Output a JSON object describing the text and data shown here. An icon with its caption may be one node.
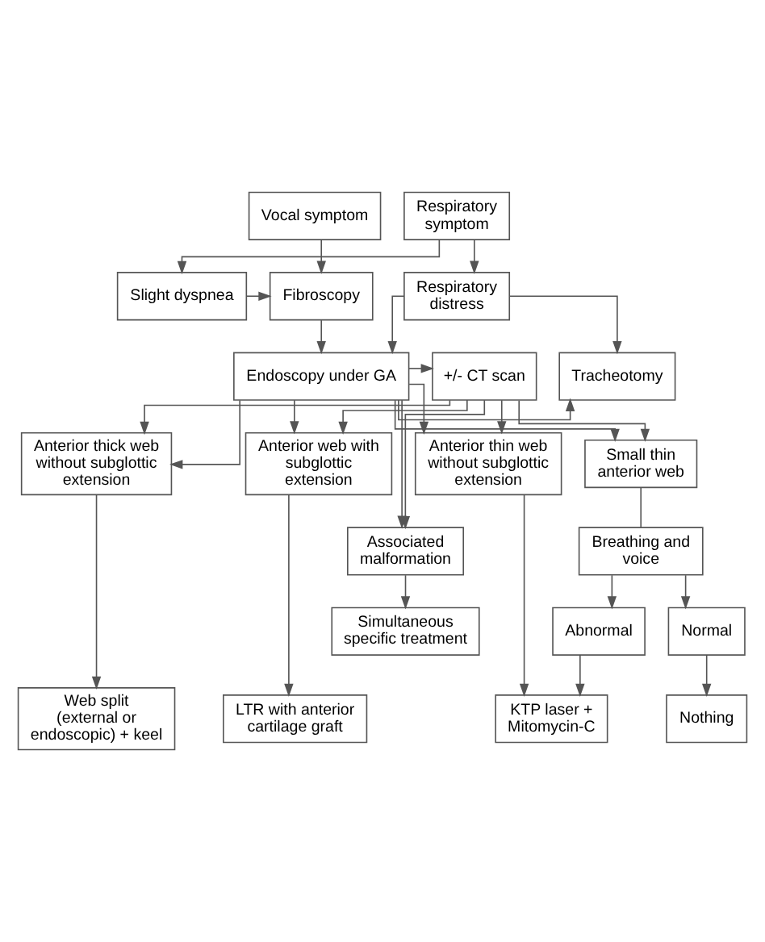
{
  "diagram": {
    "nodes": [
      {
        "text": [
          "Respiratory symptom"
        ]
      },
      {
        "text": [
          "Vocal symptom"
        ]
      },
      {
        "text": [
          "Slight dyspnea"
        ]
      },
      {
        "text": [
          "Fibroscopy"
        ]
      },
      {
        "text": [
          "Respiratory distress"
        ]
      },
      {
        "text": [
          "Tracheotomy"
        ]
      },
      {
        "text": [
          "Endoscopy under GA"
        ]
      },
      {
        "text": [
          "+/- CT scan"
        ]
      },
      {
        "text": [
          "Small thin anterior web"
        ]
      },
      {
        "text": [
          "Anterior thin web without subglottic extension"
        ]
      },
      {
        "text": [
          "Anterior thick web without subglottic extension"
        ]
      },
      {
        "text": [
          "Anterior web with subglottic extension"
        ]
      },
      {
        "text": [
          "Associated malformation"
        ]
      },
      {
        "text": [
          "Breathing and voice"
        ]
      },
      {
        "text": [
          "Abnormal"
        ]
      },
      {
        "text": [
          "Simultaneous specific treatment"
        ]
      },
      {
        "text": [
          "Normal"
        ]
      },
      {
        "text": [
          "KTP laser + Mitomycin-C"
        ]
      },
      {
        "text": [
          "Web split (external or endoscopic) + keel"
        ]
      },
      {
        "text": [
          "LTR with anterior cartilage graft"
        ]
      },
      {
        "text": [
          "Nothing"
        ]
      }
    ],
    "edges": [
      {
        "from": 0,
        "to": 2,
        "arrow": "to"
      },
      {
        "from": 0,
        "to": 4,
        "arrow": "to"
      },
      {
        "from": 1,
        "to": 3,
        "arrow": "to"
      },
      {
        "from": 2,
        "to": 3,
        "arrow": "to"
      },
      {
        "from": 3,
        "to": 6,
        "arrow": "to"
      },
      {
        "from": 4,
        "to": 6,
        "arrow": "to"
      },
      {
        "from": 4,
        "to": 5,
        "arrow": "to"
      },
      {
        "from": 6,
        "to": 5,
        "arrow": "to"
      },
      {
        "from": 6,
        "to": 7,
        "arrow": "to"
      },
      {
        "from": 6,
        "to": 8,
        "arrow": "to"
      },
      {
        "from": 6,
        "to": 9,
        "arrow": "to"
      },
      {
        "from": 6,
        "to": 10,
        "arrow": "to"
      },
      {
        "from": 6,
        "to": 11,
        "arrow": "to"
      },
      {
        "from": 6,
        "to": 12,
        "arrow": "to"
      },
      {
        "from": 7,
        "to": 8,
        "arrow": "to"
      },
      {
        "from": 7,
        "to": 9,
        "arrow": "to"
      },
      {
        "from": 7,
        "to": 10,
        "arrow": "to"
      },
      {
        "from": 7,
        "to": 11,
        "arrow": "to"
      },
      {
        "from": 7,
        "to": 12,
        "arrow": "to"
      },
      {
        "from": 8,
        "to": 13,
        "arrow": "none"
      },
      {
        "from": 13,
        "to": 14,
        "arrow": "to"
      },
      {
        "from": 13,
        "to": 16,
        "arrow": "to"
      },
      {
        "from": 14,
        "to": 17,
        "arrow": "to"
      },
      {
        "from": 9,
        "to": 17,
        "arrow": "to"
      },
      {
        "from": 10,
        "to": 18,
        "arrow": "to"
      },
      {
        "from": 11,
        "to": 19,
        "arrow": "to"
      },
      {
        "from": 12,
        "to": 15,
        "arrow": "to"
      },
      {
        "from": 16,
        "to": 20,
        "arrow": "to"
      }
    ]
  }
}
